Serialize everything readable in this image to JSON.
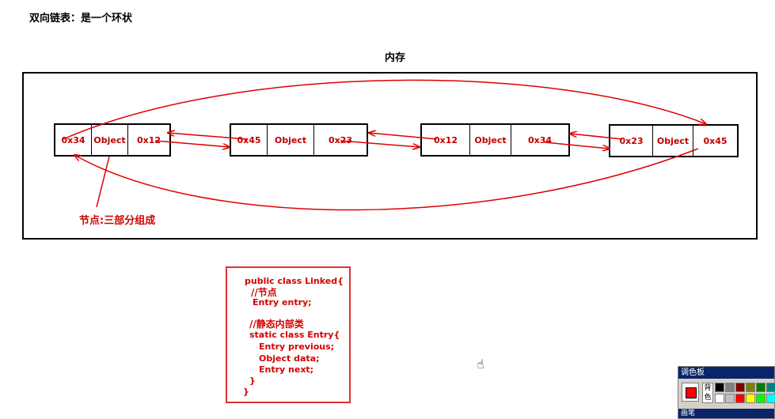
{
  "title": "双向链表：是一个环状",
  "memory_label": "内存",
  "node_label": "节点:三部分组成",
  "nodes": [
    {
      "prev": "0x34",
      "data": "Object",
      "next": "0x12"
    },
    {
      "prev": "0x45",
      "data": "Object",
      "next": "0x23"
    },
    {
      "prev": "0x12",
      "data": "Object",
      "next": "0x34"
    },
    {
      "prev": "0x23",
      "data": "Object",
      "next": "0x45"
    }
  ],
  "code": [
    "public class Linked{",
    "//节点",
    "Entry entry;",
    "//静态内部类",
    "static class Entry{",
    "Entry previous;",
    "Object data;",
    "Entry next;",
    "}",
    "}"
  ],
  "palette": {
    "title": "调色板",
    "mode_label": "背\n色",
    "bottom_label": "画笔",
    "current_color": "#ff0000",
    "colors": [
      "#000000",
      "#808080",
      "#800000",
      "#808000",
      "#008000",
      "#008080",
      "#ffffff",
      "#c0c0c0",
      "#ff0000",
      "#ffff00",
      "#00ff00",
      "#00ffff"
    ]
  },
  "colors": {
    "arrow": "#e00000",
    "text": "#c00000"
  }
}
